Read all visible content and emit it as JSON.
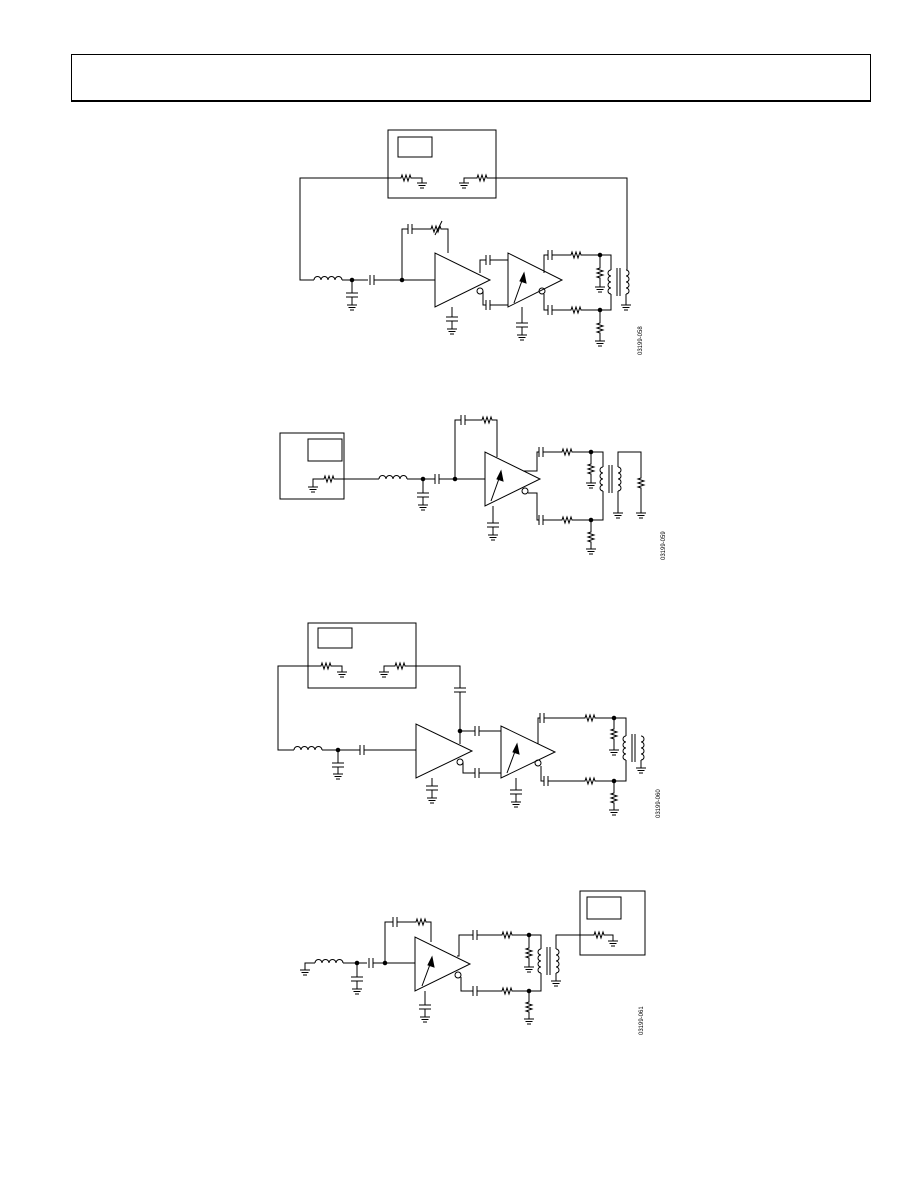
{
  "header": {
    "text": ""
  },
  "figures": [
    {
      "id": "fig1",
      "code": "03199-058"
    },
    {
      "id": "fig2",
      "code": "03199-059"
    },
    {
      "id": "fig3",
      "code": "03199-060"
    },
    {
      "id": "fig4",
      "code": "03199-061"
    }
  ],
  "colors": {
    "line": "#000000",
    "background": "#ffffff"
  }
}
